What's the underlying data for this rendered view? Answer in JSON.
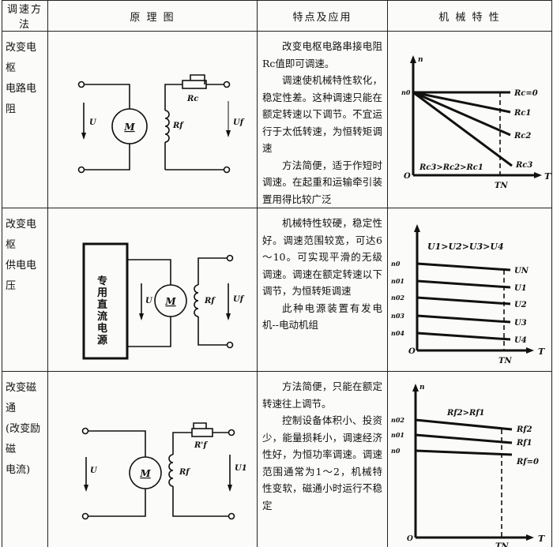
{
  "header": {
    "method": "调速方法",
    "diagram": "原 理 图",
    "features": "特点及应用",
    "characteristic": "机 械 特 性"
  },
  "rows": [
    {
      "method": "改变电枢\n电路电阻",
      "diagram": {
        "motor": "M",
        "u": "U",
        "rf": "Rf",
        "rc": "Rc",
        "uf": "Uf"
      },
      "paragraphs": [
        "改变电枢电路串接电阻Rc值即可调速。",
        "调速使机械特性软化，稳定性差。这种调速只能在额定转速以下调节。不宜运行于太低转速，为恒转矩调速",
        "方法简便，适于作短时调速。在起重和运输牵引装置用得比较广泛"
      ],
      "chart": {
        "y": "n",
        "y0": "n0",
        "origin": "O",
        "x": "T",
        "xn": "TN",
        "relation": "Rc3>Rc2>Rc1",
        "curves": [
          "Rc=0",
          "Rc1",
          "Rc2",
          "Rc3"
        ]
      }
    },
    {
      "method": "改变电枢\n供电电压",
      "diagram": {
        "source": "专用直流电源",
        "motor": "M",
        "u": "U",
        "rf": "Rf",
        "uf": "Uf"
      },
      "paragraphs": [
        "机械特性较硬，稳定性好。调速范围较宽，可达6～10。可实现平滑的无级调速。调速在额定转速以下调节，为恒转矩调速",
        "此种电源装置有发电机--电动机组"
      ],
      "chart": {
        "origin": "O",
        "x": "T",
        "xn": "TN",
        "relation": "U1>U2>U3>U4",
        "ticks": [
          "n0",
          "n01",
          "n02",
          "n03",
          "n04"
        ],
        "curves": [
          "UN",
          "U1",
          "U2",
          "U3",
          "U4"
        ]
      }
    },
    {
      "method": "改变磁通\n(改变励磁\n电流)",
      "diagram": {
        "motor": "M",
        "u": "U",
        "rf": "Rf",
        "rf2": "R'f",
        "uf": "U1"
      },
      "paragraphs": [
        "方法简便，只能在额定转速往上调节。",
        "控制设备体积小、投资少，能量损耗小，调速经济性好，为恒功率调速。调速范围通常为1～2，机械特性变软，磁通小时运行不稳定"
      ],
      "chart": {
        "y": "n",
        "origin": "O",
        "x": "T",
        "xn": "TN",
        "relation": "Rf2>Rf1",
        "ticks": [
          "n02",
          "n01",
          "n0"
        ],
        "curves": [
          "Rf2",
          "Rf1",
          "Rf=0"
        ]
      }
    }
  ]
}
